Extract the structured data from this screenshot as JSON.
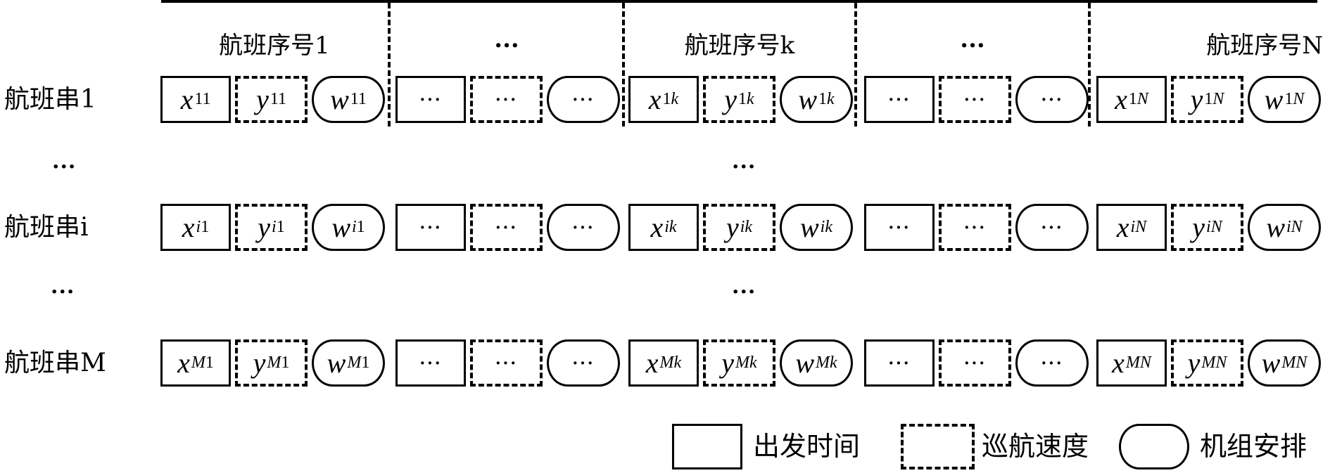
{
  "diagram": {
    "column_headers": [
      "航班序号1",
      "···",
      "航班序号k",
      "···",
      "航班序号N"
    ],
    "row_labels": [
      "航班串1",
      "···",
      "航班串i",
      "···",
      "航班串M"
    ],
    "rows": [
      {
        "label": "航班串1",
        "groups": [
          {
            "x": {
              "var": "x",
              "sub": "11"
            },
            "y": {
              "var": "y",
              "sub": "11"
            },
            "w": {
              "var": "w",
              "sub": "11"
            }
          },
          {
            "ellipsis": true
          },
          {
            "x": {
              "var": "x",
              "sub": "1k"
            },
            "y": {
              "var": "y",
              "sub": "1k"
            },
            "w": {
              "var": "w",
              "sub": "1k"
            }
          },
          {
            "ellipsis": true
          },
          {
            "x": {
              "var": "x",
              "sub": "1N"
            },
            "y": {
              "var": "y",
              "sub": "1N"
            },
            "w": {
              "var": "w",
              "sub": "1N"
            }
          }
        ]
      },
      {
        "label": "航班串i",
        "groups": [
          {
            "x": {
              "var": "x",
              "sub": "i1"
            },
            "y": {
              "var": "y",
              "sub": "i1"
            },
            "w": {
              "var": "w",
              "sub": "i1"
            }
          },
          {
            "ellipsis": true
          },
          {
            "x": {
              "var": "x",
              "sub": "ik"
            },
            "y": {
              "var": "y",
              "sub": "ik"
            },
            "w": {
              "var": "w",
              "sub": "ik"
            }
          },
          {
            "ellipsis": true
          },
          {
            "x": {
              "var": "x",
              "sub": "iN"
            },
            "y": {
              "var": "y",
              "sub": "iN"
            },
            "w": {
              "var": "w",
              "sub": "iN"
            }
          }
        ]
      },
      {
        "label": "航班串M",
        "groups": [
          {
            "x": {
              "var": "x",
              "sub": "M1"
            },
            "y": {
              "var": "y",
              "sub": "M1"
            },
            "w": {
              "var": "w",
              "sub": "M1"
            }
          },
          {
            "ellipsis": true
          },
          {
            "x": {
              "var": "x",
              "sub": "Mk"
            },
            "y": {
              "var": "y",
              "sub": "Mk"
            },
            "w": {
              "var": "w",
              "sub": "Mk"
            }
          },
          {
            "ellipsis": true
          },
          {
            "x": {
              "var": "x",
              "sub": "MN"
            },
            "y": {
              "var": "y",
              "sub": "MN"
            },
            "w": {
              "var": "w",
              "sub": "MN"
            }
          }
        ]
      }
    ],
    "between_row_ellipsis": "···",
    "cell_ellipsis": "···"
  },
  "legend": [
    {
      "shape": "solid-rect",
      "label": "出发时间"
    },
    {
      "shape": "dashed-rect",
      "label": "巡航速度"
    },
    {
      "shape": "rounded-rect",
      "label": "机组安排"
    }
  ]
}
